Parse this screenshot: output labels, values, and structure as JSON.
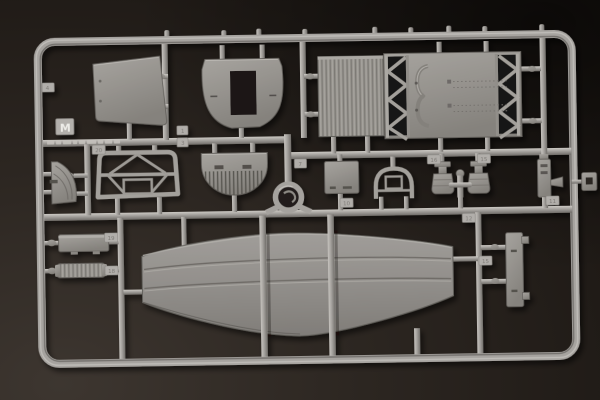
{
  "photo": {
    "sprue_letter": "M",
    "part_tags": [
      "4",
      "1",
      "3",
      "20",
      "7",
      "10",
      "16",
      "15",
      "11",
      "12",
      "19",
      "18",
      "15"
    ],
    "embossed_marking_present": true
  },
  "colors": {
    "background_dark": "#14100d",
    "background_light": "#3d3630",
    "plastic_light": "#aaa7a3",
    "plastic_mid": "#97948f",
    "plastic_shadow": "#6e6b67"
  }
}
